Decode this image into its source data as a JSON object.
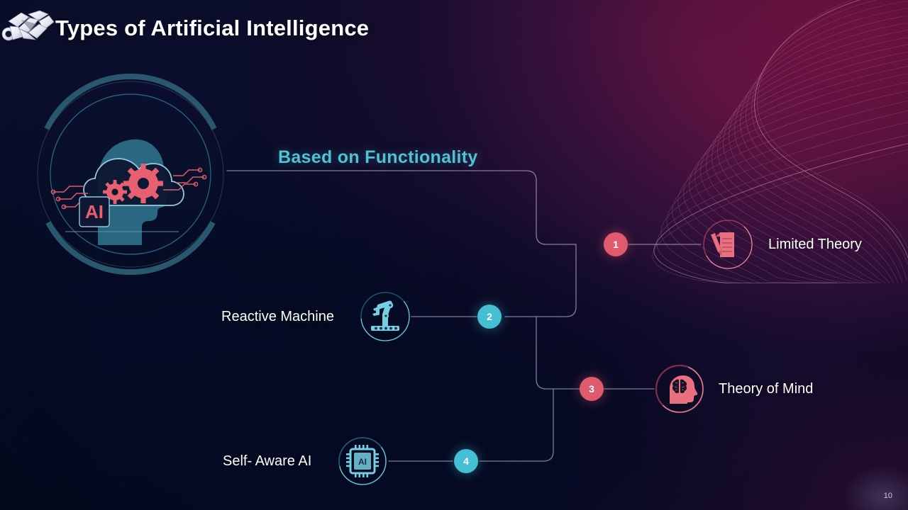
{
  "slide": {
    "title": "Types of Artificial Intelligence",
    "section_label": "Based on Functionality",
    "page_number": "10"
  },
  "colors": {
    "pink": "#e05a6d",
    "cyan": "#44bfd4",
    "teal_text": "#4fc3d4",
    "white": "#ffffff",
    "bg_navy": "#0a0c28",
    "bg_magenta": "#5e1340"
  },
  "hero": {
    "badge_text": "AI",
    "icon_name": "ai-head-cloud-gears"
  },
  "nodes": [
    {
      "number": "1",
      "label": "Limited Theory",
      "icon": "document-pen-icon",
      "accent": "pink"
    },
    {
      "number": "2",
      "label": "Reactive Machine",
      "icon": "robot-arm-icon",
      "accent": "cyan"
    },
    {
      "number": "3",
      "label": "Theory of Mind",
      "icon": "head-brain-icon",
      "accent": "pink"
    },
    {
      "number": "4",
      "label": "Self- Aware AI",
      "icon": "cpu-chip-ai-icon",
      "accent": "cyan",
      "chip_text": "AI"
    }
  ]
}
